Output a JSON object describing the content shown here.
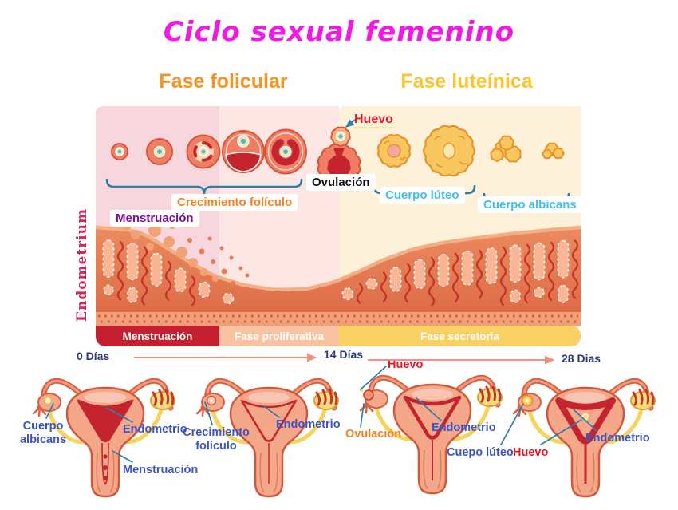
{
  "title": "Ciclo sexual femenino",
  "phase_headers": {
    "follicular": "Fase folicular",
    "luteal": "Fase luteínica"
  },
  "chart": {
    "y_axis_label": "Endometrium",
    "labels": {
      "huevo": "Huevo",
      "ovulacion": "Ovulación",
      "crecimiento_foliculo": "Crecimiento folículo",
      "cuerpo_luteo": "Cuerpo lúteo",
      "cuerpo_albicans": "Cuerpo albicans",
      "menstruacion": "Menstruación"
    },
    "phase_bar": [
      {
        "label": "Menstruación",
        "color": "#c4202f"
      },
      {
        "label": "Fase proliferativa",
        "color": "#f9c3a1"
      },
      {
        "label": "Fase secretoria",
        "color": "#f9d063"
      }
    ],
    "timeline": {
      "t0": "0 Días",
      "t14": "14 Días",
      "t28": "28 Dias"
    }
  },
  "figures": [
    {
      "name": "uterus-menstruation",
      "labels": [
        {
          "text": "Cuerpo albicans"
        },
        {
          "text": "Endometrio"
        },
        {
          "text": "Menstruación"
        }
      ]
    },
    {
      "name": "uterus-follicular",
      "labels": [
        {
          "text": "Crecimiento folículo"
        },
        {
          "text": "Endometrio"
        }
      ]
    },
    {
      "name": "uterus-ovulation",
      "labels": [
        {
          "text": "Huevo"
        },
        {
          "text": "Ovulación"
        },
        {
          "text": "Endometrio"
        }
      ]
    },
    {
      "name": "uterus-luteal",
      "labels": [
        {
          "text": "Cuepo lúteo"
        },
        {
          "text": "Huevo"
        },
        {
          "text": "Endometrio"
        }
      ]
    }
  ],
  "colors": {
    "title": "#f318e3",
    "follicular_header": "#f89321",
    "luteal_header": "#fec42d",
    "menstrual_bg": "#f8d6de",
    "proliferative_bg": "#fce7e5",
    "secretory_bg": "#fdf1da",
    "menstruation_bar": "#c4202f",
    "proliferative_bar": "#f9c3a1",
    "secretory_bar": "#f9d063",
    "label_blue": "#3b55c4",
    "label_cyan": "#3fc1f0",
    "label_red": "#e4172b",
    "label_purple": "#7b0fa0",
    "label_orange": "#f48222",
    "timeline_navy": "#2c3a76",
    "endometrium_axis": "#d6275b"
  }
}
